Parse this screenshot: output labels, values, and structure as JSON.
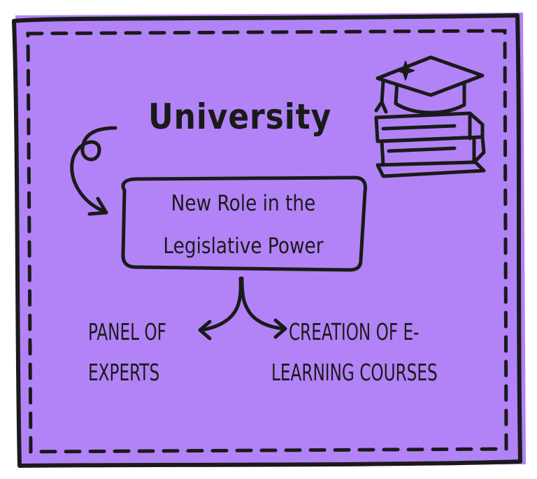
{
  "title": "University",
  "center_box": {
    "line1": "New Role in the",
    "line2": "Legislative Power"
  },
  "branches": {
    "left": {
      "line1": "PANEL OF",
      "line2": "EXPERTS"
    },
    "right": {
      "line1": "CREATION OF E-",
      "line2": "LEARNING COURSES"
    }
  },
  "colors": {
    "background": "#b283f6",
    "ink": "#1a1a1a"
  },
  "icon": "graduation-cap-books-icon"
}
